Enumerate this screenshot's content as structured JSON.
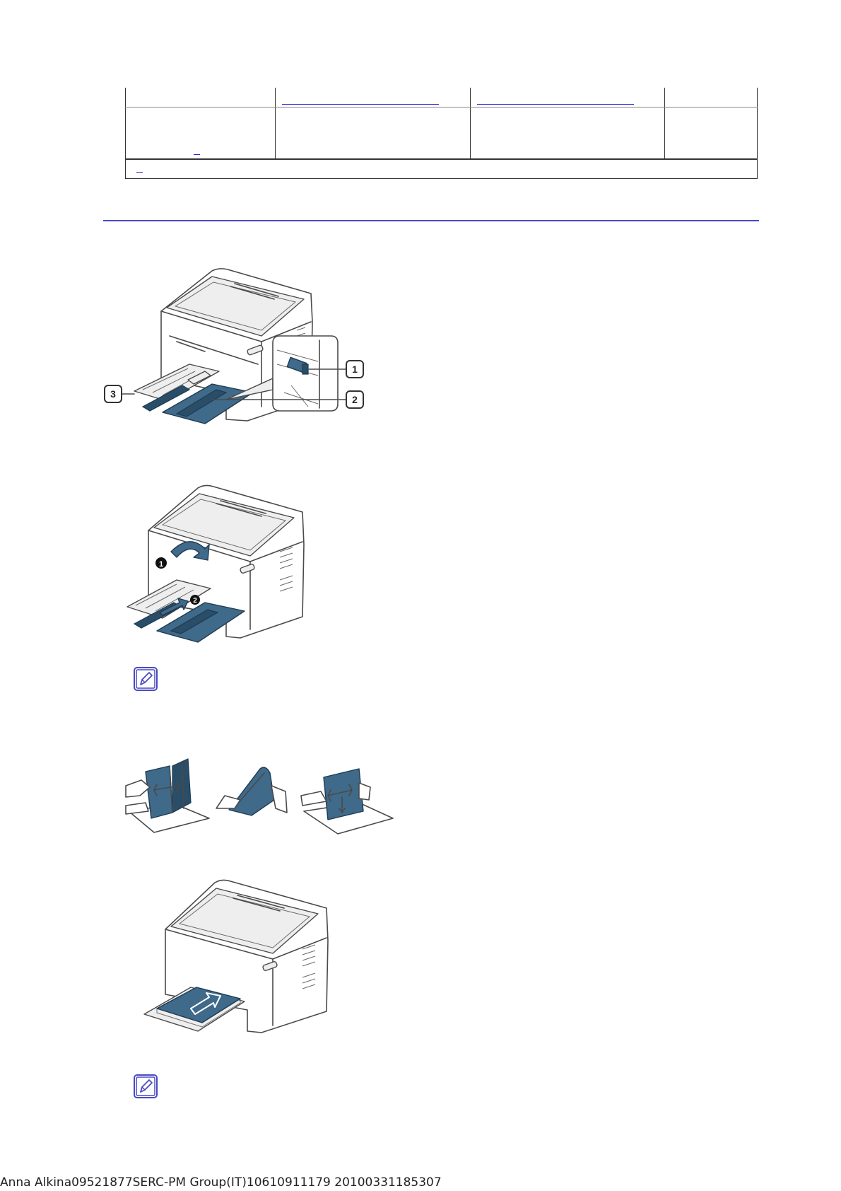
{
  "illustrations": {
    "tray_parts": {
      "callouts": [
        "1",
        "2",
        "3"
      ]
    },
    "tray_step": {
      "markers": [
        "1",
        "2"
      ]
    },
    "fan_paper": {},
    "load_paper": {}
  },
  "icons": {
    "note": "note-pencil-icon"
  },
  "colors": {
    "divider": "#4a4ac4",
    "link": "#2b2bd8",
    "tray_blue": "#3f6a8a"
  },
  "footer": {
    "text": "Anna Alkina09521877SERC-PM Group(IT)10610911179 20100331185307"
  }
}
